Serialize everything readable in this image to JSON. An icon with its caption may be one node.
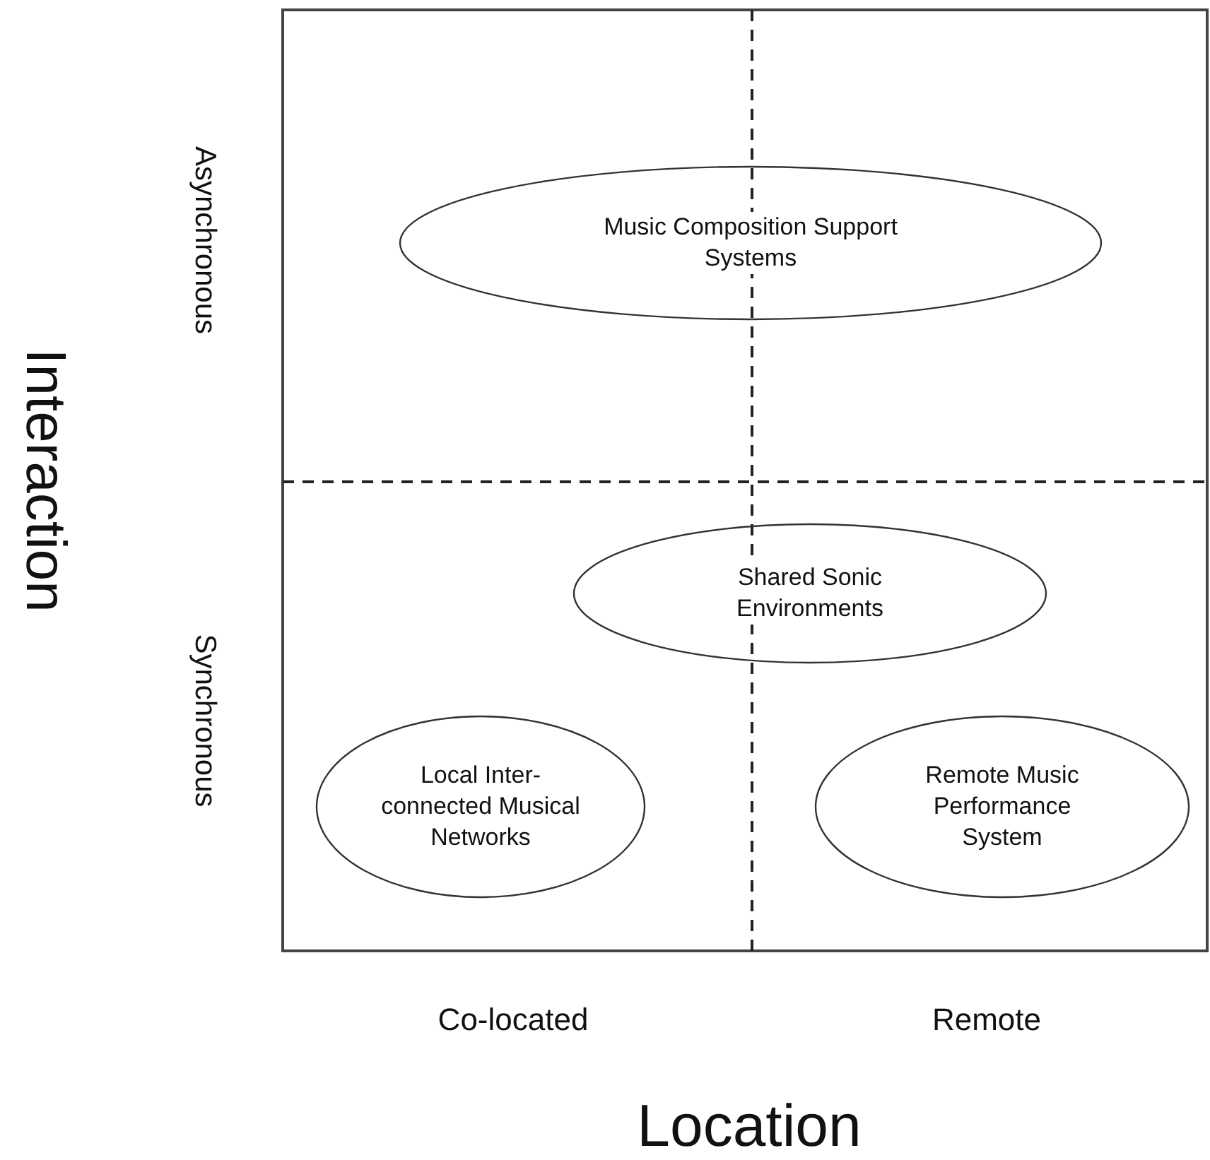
{
  "diagram": {
    "nodes": [
      {
        "text": [
          "Music Composition Support Systems"
        ]
      },
      {
        "text": [
          "Shared Sonic Environments"
        ]
      },
      {
        "text": [
          "Local Inter-connected Musical Networks"
        ]
      },
      {
        "text": [
          "Remote Music Performance System"
        ]
      }
    ],
    "edges": [],
    "labels": [
      "Asynchronous",
      "Synchronous",
      "Interaction",
      "Co-located",
      "Remote",
      "Location"
    ]
  }
}
